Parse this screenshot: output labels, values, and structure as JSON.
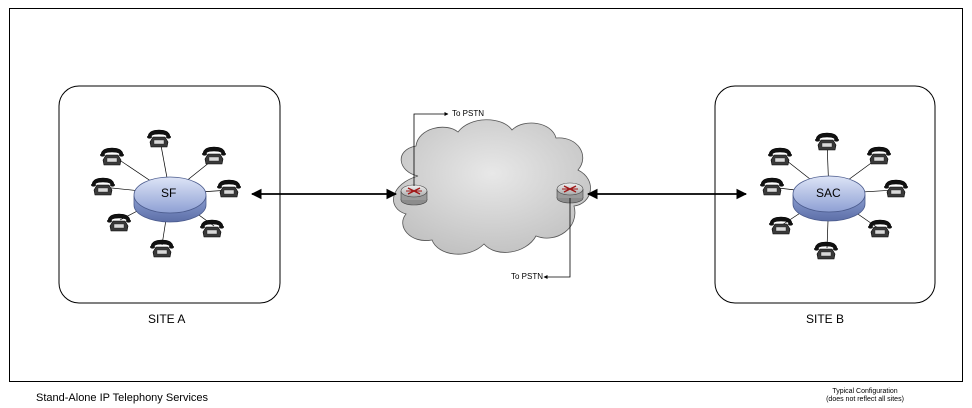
{
  "sites": [
    {
      "id": "a",
      "pbx_label": "SF",
      "site_label": "SITE A"
    },
    {
      "id": "b",
      "pbx_label": "SAC",
      "site_label": "SITE B"
    }
  ],
  "network": {
    "pstn_top_label": "To PSTN",
    "pstn_bottom_label": "To PSTN"
  },
  "footer": {
    "title": "Stand-Alone IP Telephony Services",
    "note_line1": "Typical Configuration",
    "note_line2": "(does not reflect all sites)"
  },
  "icons": {
    "phone": "telephone-icon",
    "router": "router-icon",
    "cloud": "cloud-icon",
    "pbx": "pbx-disk-icon"
  },
  "colors": {
    "pbx_fill_light": "#dde4f6",
    "pbx_fill_dark": "#7d92cc",
    "cloud_fill": "#d8d8d8",
    "router_fill": "#cfcfcf"
  }
}
